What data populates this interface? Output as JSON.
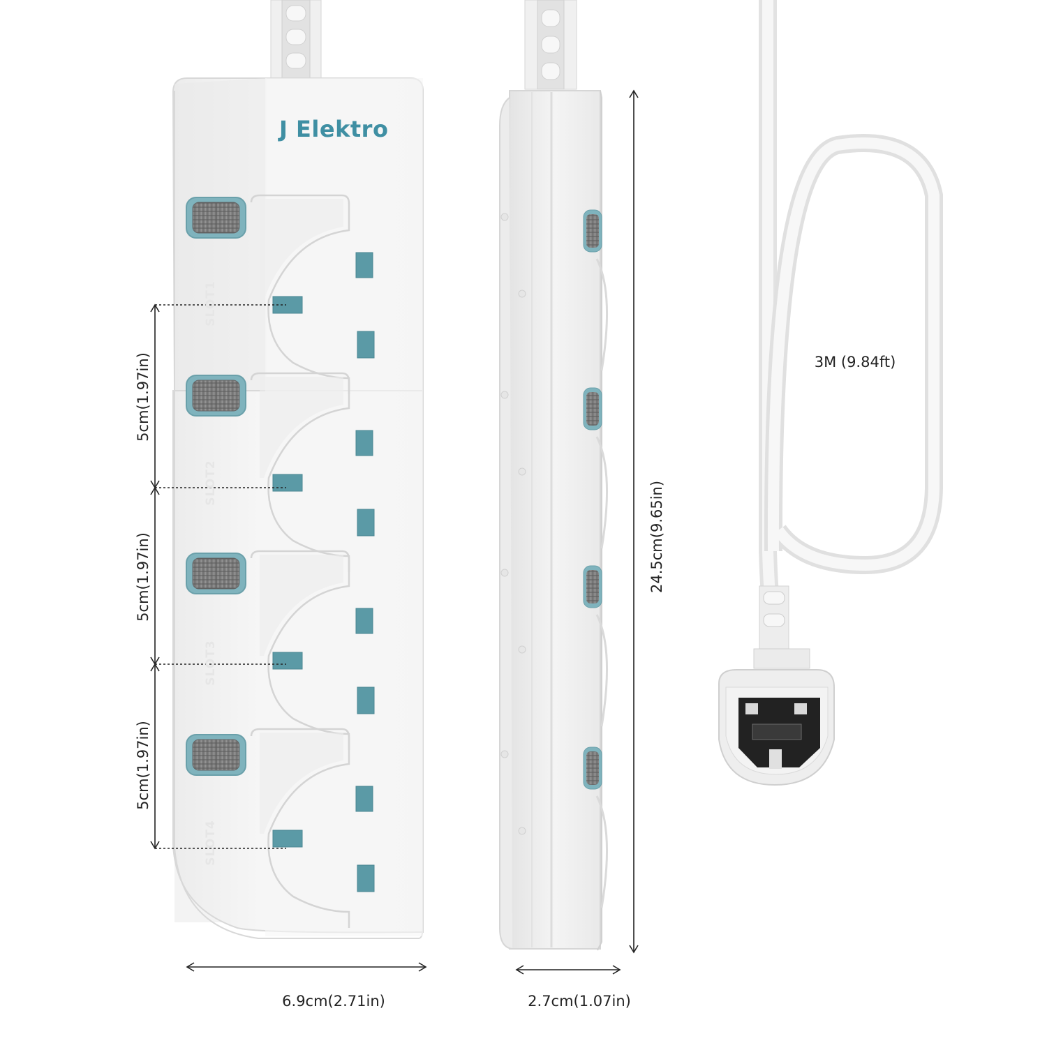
{
  "brand": {
    "name": "J Elektro",
    "color": "#3f8fa3"
  },
  "colors": {
    "accent": "#5b9aa6",
    "body": "#f2f2f2",
    "edge": "#d9d9d9",
    "line": "#222222"
  },
  "slots": [
    "SLOT1",
    "SLOT2",
    "SLOT3",
    "SLOT4"
  ],
  "dimensions": {
    "spacing_1": "5cm(1.97in)",
    "spacing_2": "5cm(1.97in)",
    "spacing_3": "5cm(1.97in)",
    "length": "24.5cm(9.65in)",
    "width": "6.9cm(2.71in)",
    "depth": "2.7cm(1.07in)",
    "cable": "3M (9.84ft)"
  }
}
